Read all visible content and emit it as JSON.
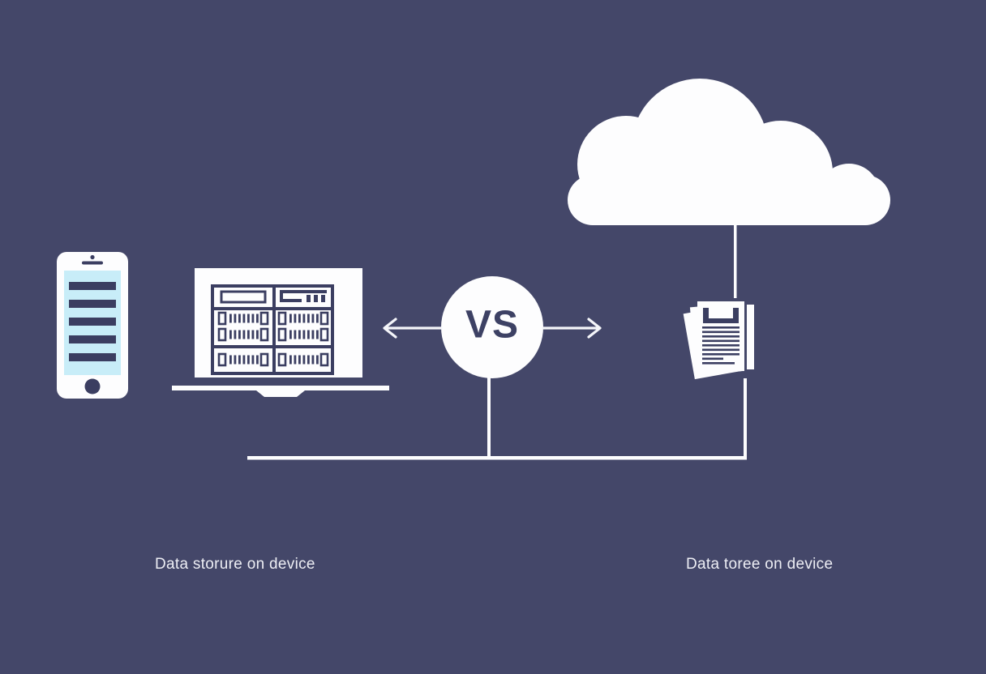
{
  "scene": {
    "type": "illustration-diagram",
    "background_color": "#444769",
    "vs_badge": {
      "label": "VS",
      "text_color": "#3d4164",
      "circle_color": "#fdfdfe"
    },
    "captions": {
      "left": "Data storure on device",
      "right": "Data toree on device",
      "color": "#edeef4"
    },
    "icons": [
      "smartphone-icon",
      "laptop-server-icon",
      "left-arrow-icon",
      "right-arrow-icon",
      "cloud-icon",
      "document-icon"
    ],
    "colors": {
      "icon_white": "#fdfdfe",
      "icon_dark": "#3b3e61",
      "phone_screen_blue": "#c8edf8",
      "connector_line": "#f5f6fa"
    }
  }
}
